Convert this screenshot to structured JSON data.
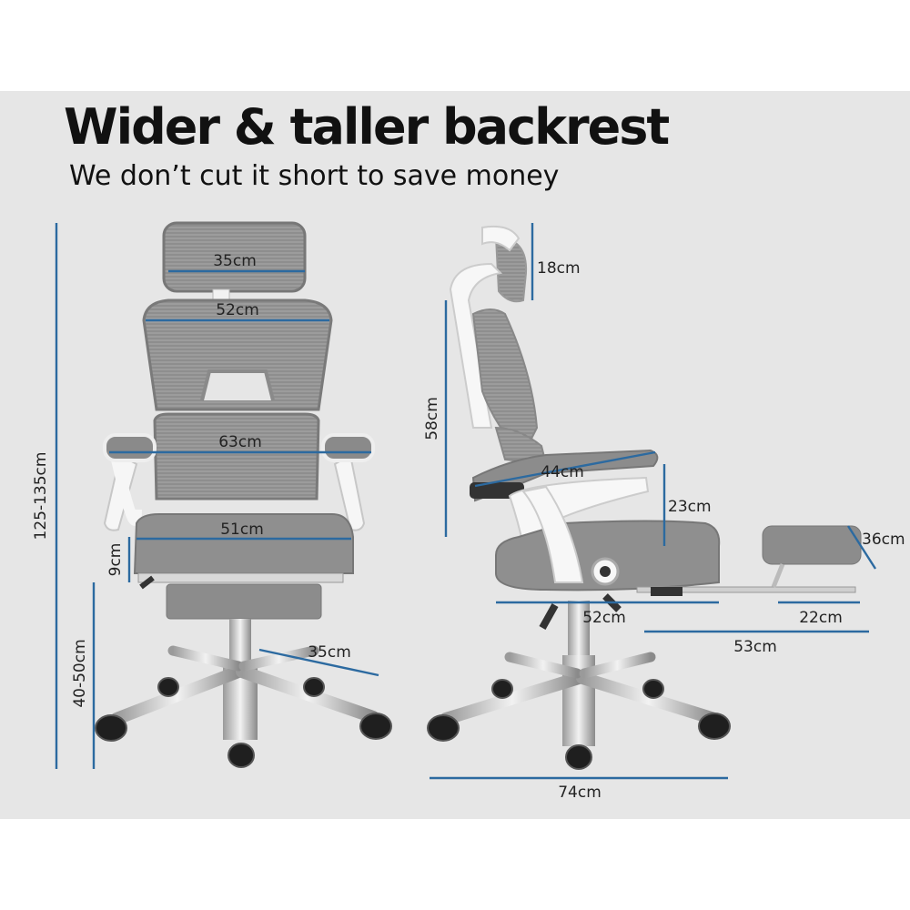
{
  "heading": {
    "title": "Wider & taller backrest",
    "subtitle": "We don’t cut it short to save money"
  },
  "colors": {
    "panel": "#e6e6e6",
    "dimension_line": "#2c6aa0",
    "mesh_gray": "#8c8c8c",
    "frame_white": "#f7f7f7",
    "chrome": "#c9c9c9"
  },
  "front_view": {
    "headrest_width": "35cm",
    "backrest_width": "52cm",
    "armrest_span": "63cm",
    "seat_width": "51cm",
    "seat_thickness": "9cm",
    "total_height": "125-135cm",
    "seat_height": "40-50cm",
    "base_radius": "35cm"
  },
  "side_view": {
    "headrest_height": "18cm",
    "backrest_height": "58cm",
    "armrest_length": "44cm",
    "armrest_height": "23cm",
    "footrest_depth": "36cm",
    "seat_depth": "52cm",
    "footrest_width": "22cm",
    "footrest_extension": "53cm",
    "base_width": "74cm"
  }
}
